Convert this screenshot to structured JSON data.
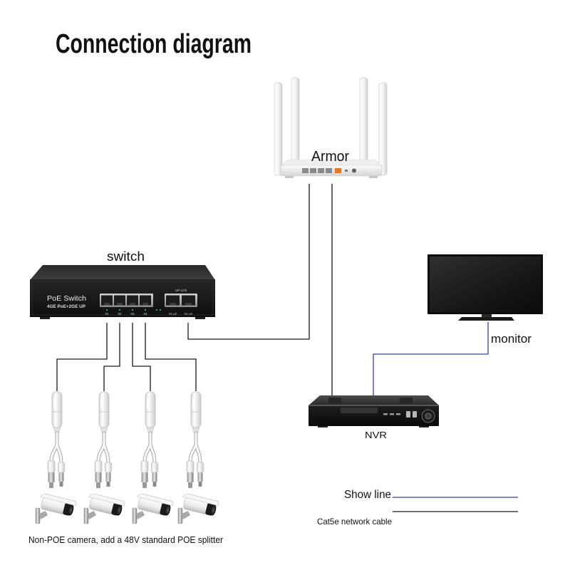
{
  "title": "Connection diagram",
  "colors": {
    "network_cable": "#1a1a1a",
    "show_line": "#34449c",
    "background": "#ffffff"
  },
  "router": {
    "label": "Armor",
    "icon": "wifi-router-icon"
  },
  "switch": {
    "label": "switch",
    "icon": "poe-switch-icon",
    "brand_text": "PoE Switch",
    "spec_text": "4GE PoE+2GE UP",
    "uplink_label": "UP-Link",
    "ports": [
      "01",
      "02",
      "03",
      "04"
    ],
    "uplink_ports": [
      "P5 UP",
      "P6 UP"
    ]
  },
  "monitor": {
    "label": "monitor",
    "icon": "monitor-icon"
  },
  "nvr": {
    "label": "NVR",
    "icon": "nvr-icon"
  },
  "cameras": {
    "caption": "Non-POE camera, add a 48V standard POE splitter",
    "camera_icon": "bullet-camera-icon",
    "splitter_icon": "poe-splitter-icon"
  },
  "legend": [
    {
      "label": "Show line"
    },
    {
      "label": "Cat5e network cable"
    }
  ]
}
